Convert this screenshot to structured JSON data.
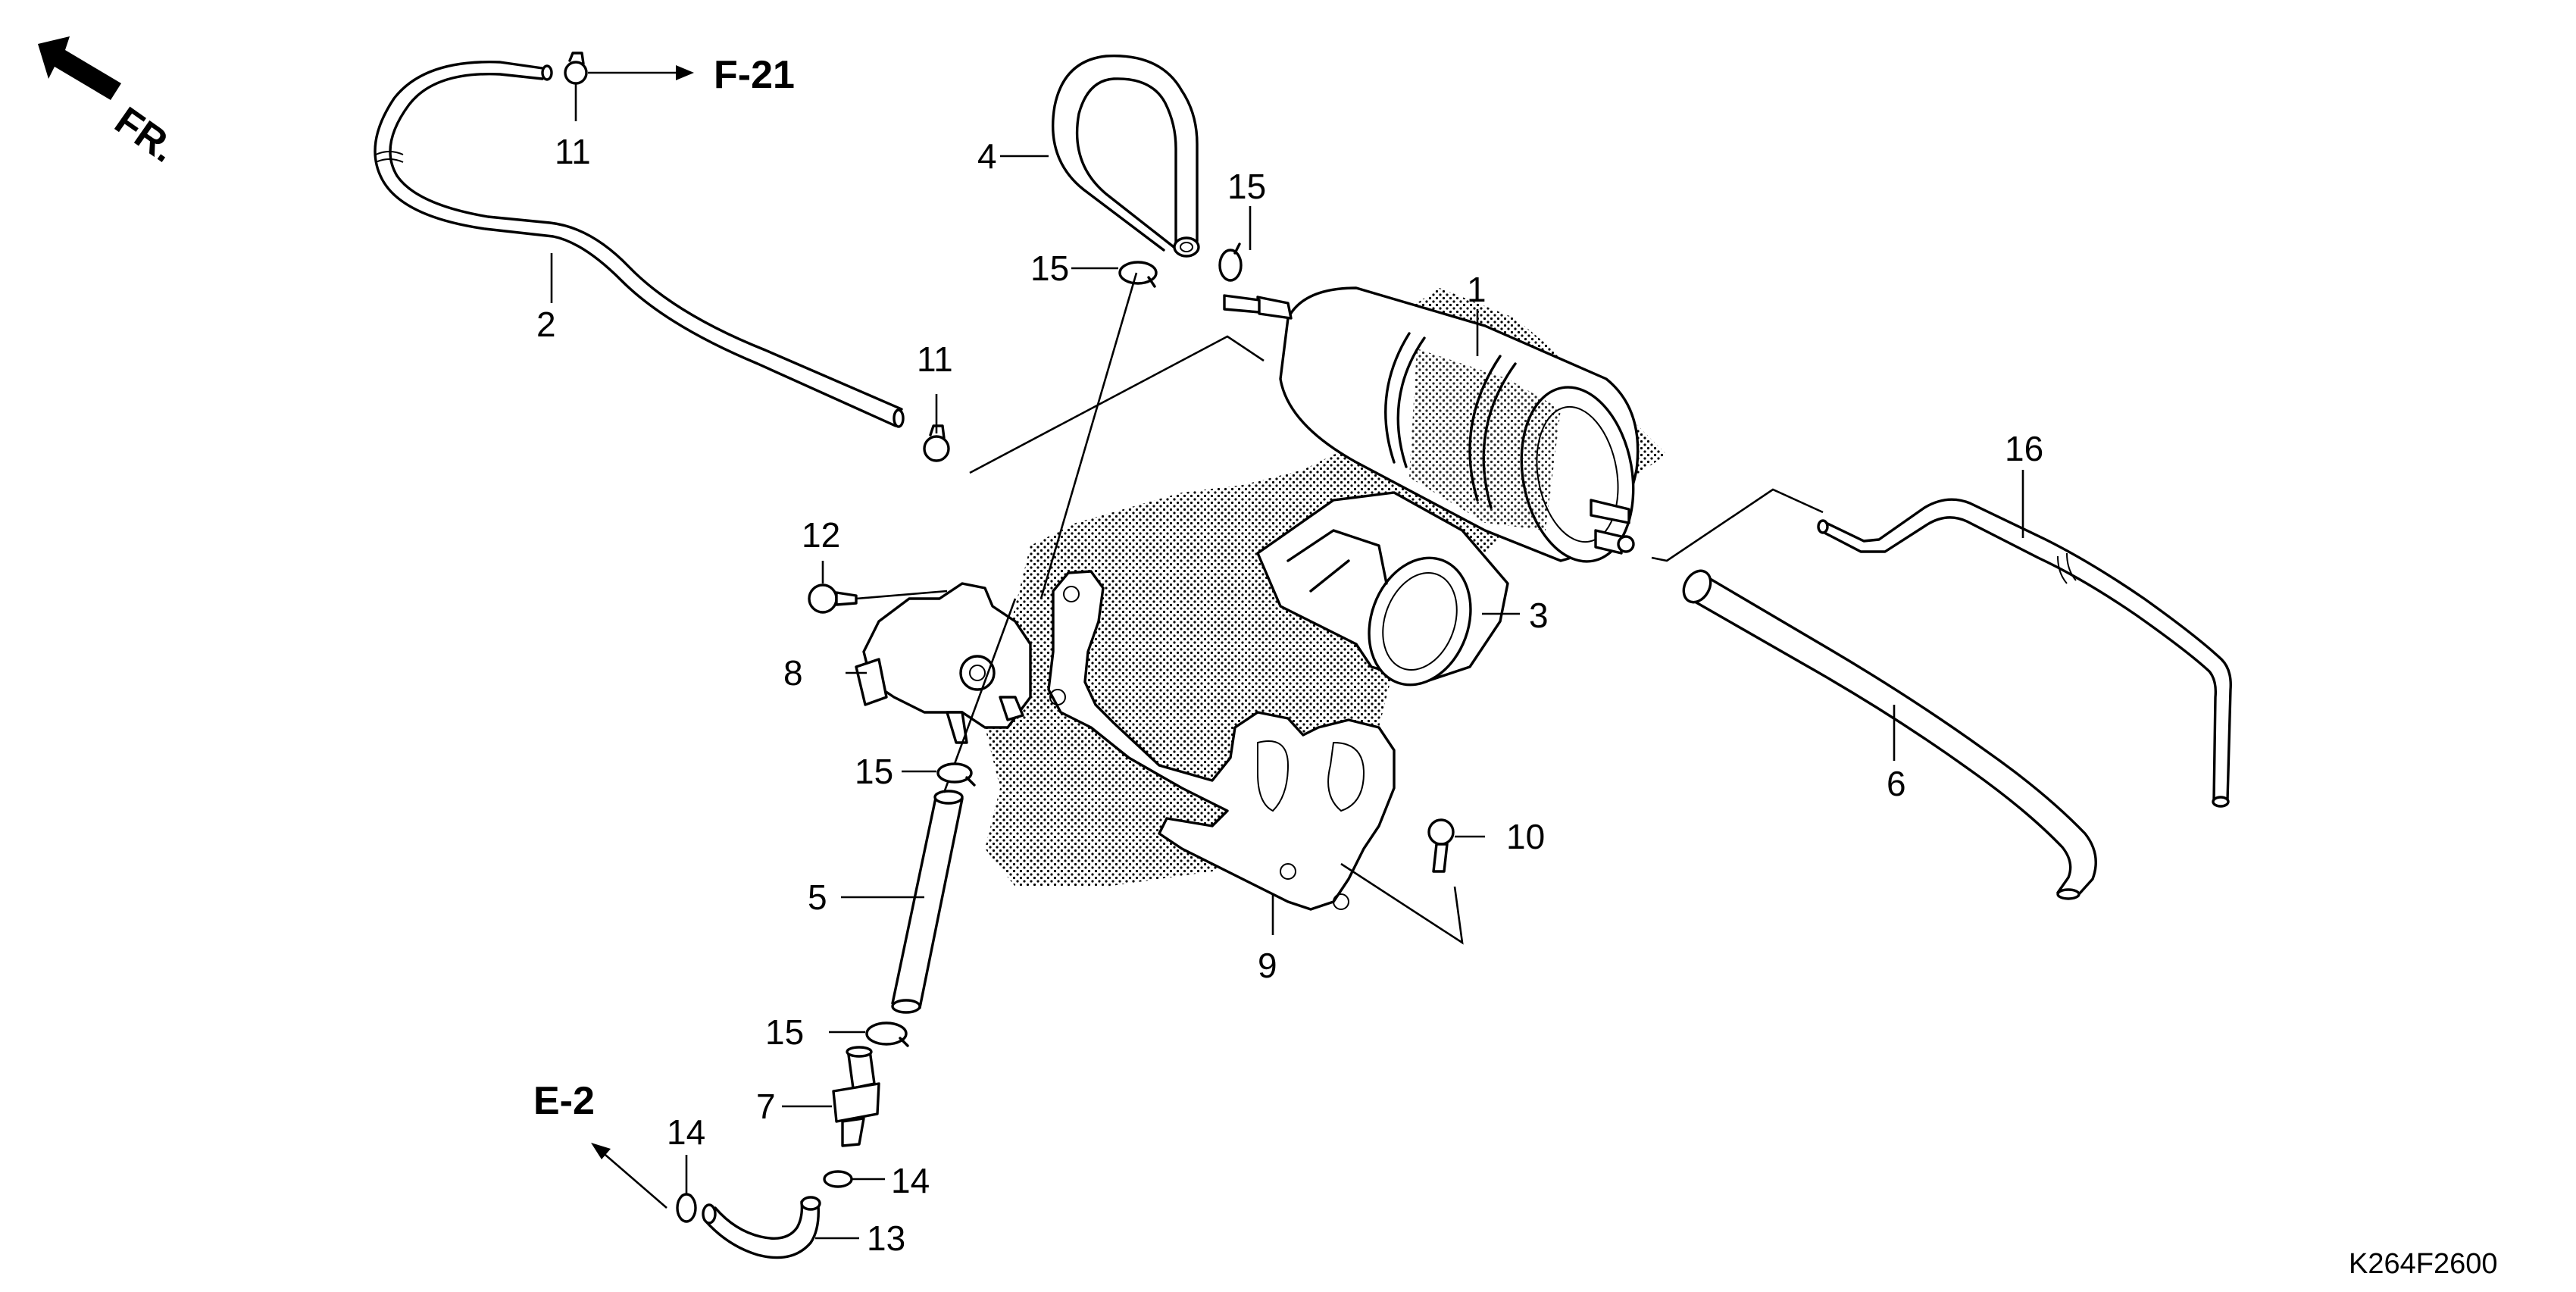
{
  "diagram": {
    "orientation_label": "FR.",
    "references": {
      "f21": "F-21",
      "e2": "E-2"
    },
    "drawing_code": "K264F2600",
    "callouts": {
      "p1": "1",
      "p2": "2",
      "p3": "3",
      "p4": "4",
      "p5": "5",
      "p6": "6",
      "p7": "7",
      "p8": "8",
      "p9": "9",
      "p10": "10",
      "p11a": "11",
      "p11b": "11",
      "p12": "12",
      "p13": "13",
      "p14a": "14",
      "p14b": "14",
      "p15a": "15",
      "p15b": "15",
      "p15c": "15",
      "p15d": "15",
      "p16": "16"
    }
  }
}
